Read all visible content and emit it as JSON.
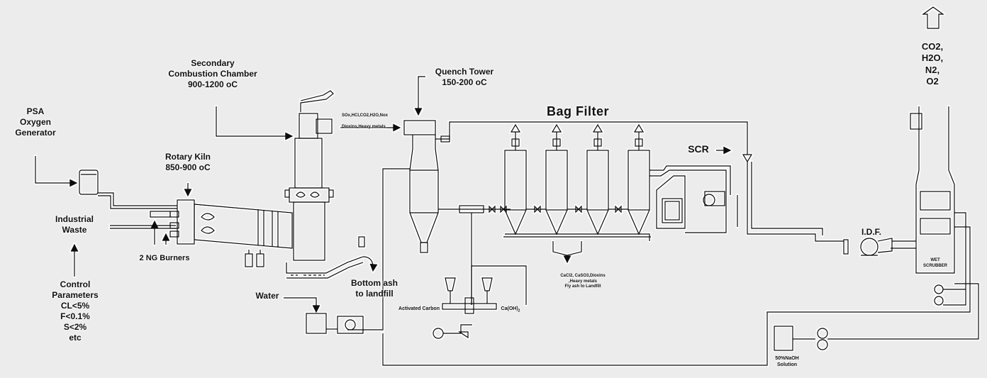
{
  "labels": {
    "psa": [
      "PSA",
      "Oxygen",
      "Generator"
    ],
    "secondary": [
      "Secondary",
      "Combustion Chamber",
      "900-1200 oC"
    ],
    "rotary": [
      "Rotary Kiln",
      "850-900 oC"
    ],
    "industrial": [
      "Industrial",
      "Waste"
    ],
    "burners": "2 NG Burners",
    "control": [
      "Control",
      "Parameters",
      "CL<5%",
      "F<0.1%",
      "S<2%",
      "etc"
    ],
    "gases": [
      "SOx,HCl,CO2,H2O,Nox",
      "Dioxins,Heavy metals"
    ],
    "quench": [
      "Quench Tower",
      "150-200 oC"
    ],
    "bagfilter": "Bag Filter",
    "scr": "SCR",
    "emissions": [
      "CO2,",
      "H2O,",
      "N2,",
      "O2"
    ],
    "idf": "I.D.F.",
    "scrubber": [
      "WET",
      "SCRUBBER"
    ],
    "water": "Water",
    "bottomash": [
      "Bottom ash",
      "to landfill"
    ],
    "activated": "Activated Carbon",
    "caoh": "Ca(OH)",
    "caoh_sub": "2",
    "flyash": [
      "CaCl2, CaSO3,Dioxins",
      ",Heavy metals",
      "Fly ash to Landfill"
    ],
    "naoh": [
      "50%NaOH",
      "Solution"
    ]
  }
}
